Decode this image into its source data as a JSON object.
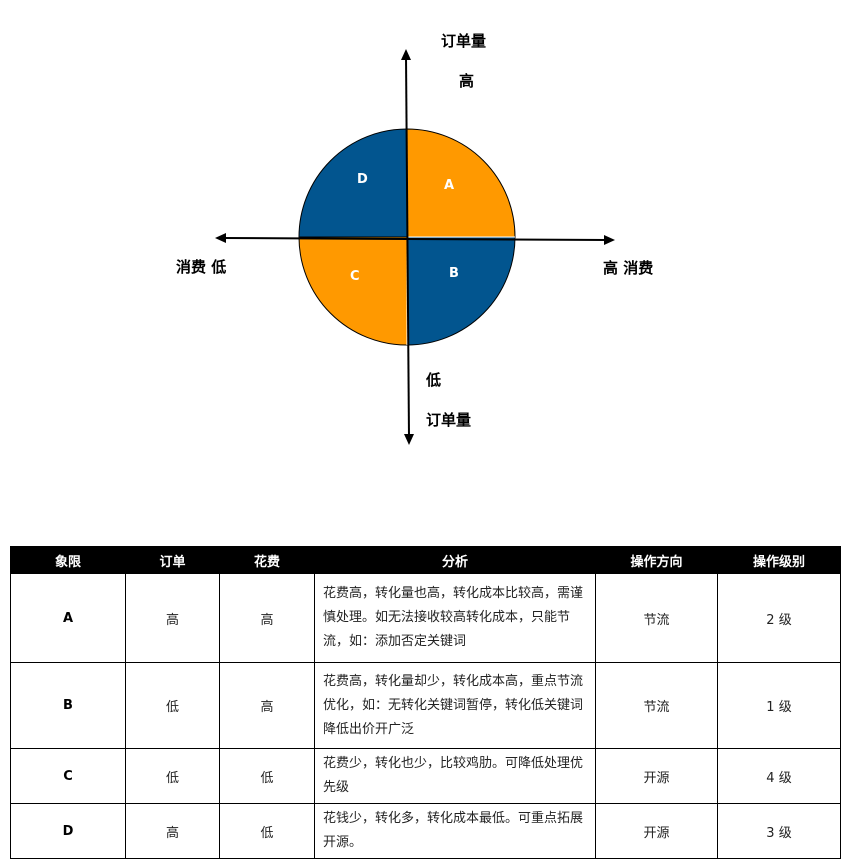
{
  "diagram": {
    "axes": {
      "y_top_title": "订单量",
      "y_top_level": "高",
      "y_bottom_level": "低",
      "y_bottom_title": "订单量",
      "x_left": "消费 低",
      "x_right": "高 消费"
    },
    "quadrants": [
      {
        "id": "A",
        "position": "top-right",
        "color": "#FF9900"
      },
      {
        "id": "B",
        "position": "bottom-right",
        "color": "#02558F"
      },
      {
        "id": "C",
        "position": "bottom-left",
        "color": "#FF9900"
      },
      {
        "id": "D",
        "position": "top-left",
        "color": "#02558F"
      }
    ]
  },
  "table": {
    "headers": [
      "象限",
      "订单",
      "花费",
      "分析",
      "操作方向",
      "操作级别"
    ],
    "rows": [
      {
        "quadrant": "A",
        "orders": "高",
        "cost": "高",
        "analysis": "花费高，转化量也高，转化成本比较高，需谨慎处理。如无法接收较高转化成本，只能节流，如：添加否定关键词",
        "direction": "节流",
        "level": "2 级"
      },
      {
        "quadrant": "B",
        "orders": "低",
        "cost": "高",
        "analysis": "花费高，转化量却少，转化成本高，重点节流优化，如：无转化关键词暂停，转化低关键词降低出价开广泛",
        "direction": "节流",
        "level": "1 级"
      },
      {
        "quadrant": "C",
        "orders": "低",
        "cost": "低",
        "analysis": "花费少，转化也少，比较鸡肋。可降低处理优先级",
        "direction": "开源",
        "level": "4 级"
      },
      {
        "quadrant": "D",
        "orders": "高",
        "cost": "低",
        "analysis": "花钱少，转化多，转化成本最低。可重点拓展开源。",
        "direction": "开源",
        "level": "3 级"
      }
    ]
  }
}
